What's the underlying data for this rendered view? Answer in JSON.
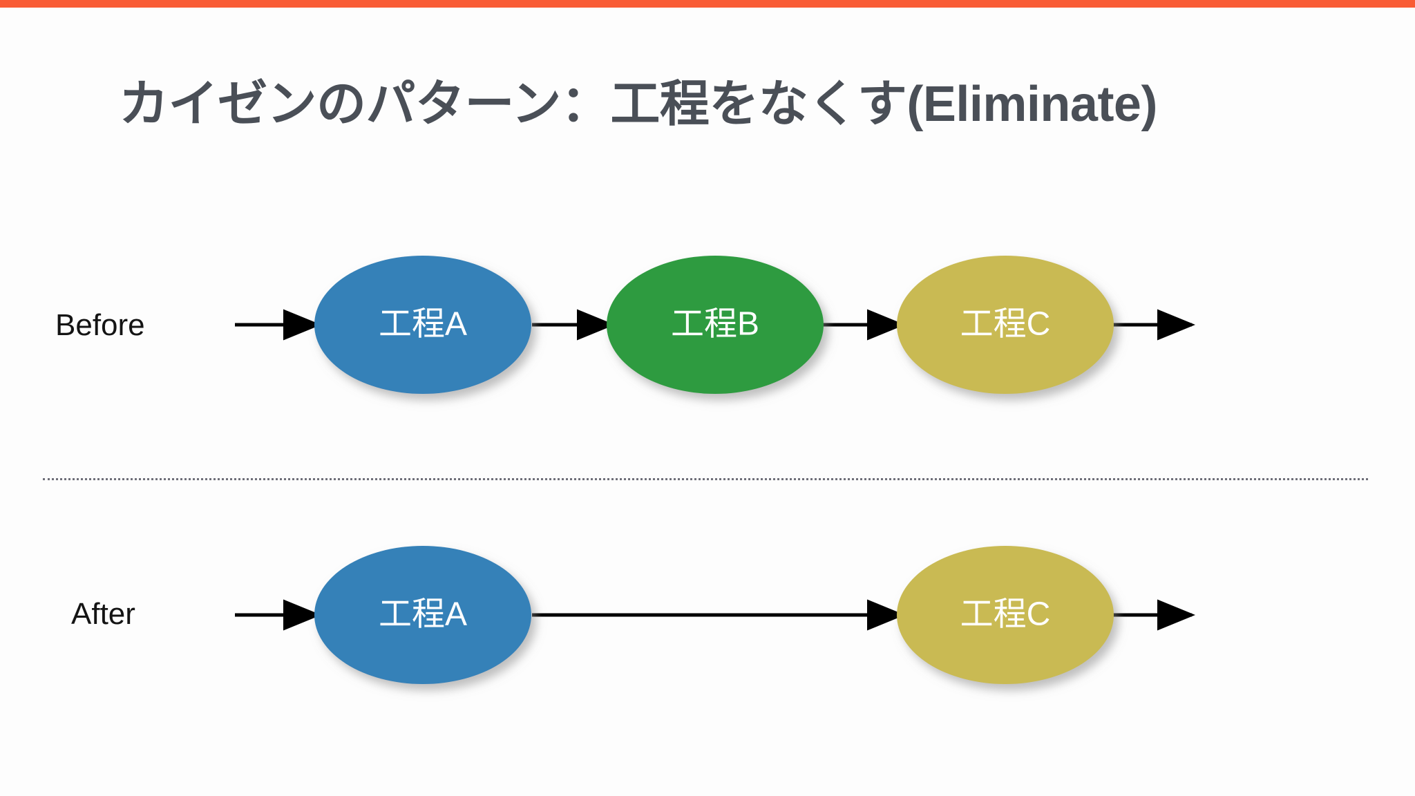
{
  "slide": {
    "title": "カイゼンのパターン：工程をなくす(Eliminate)",
    "accent_color": "#f95c35",
    "title_color": "#4a4f57",
    "background_color": "#fdfdfd"
  },
  "rows": {
    "before": {
      "label": "Before",
      "nodes": [
        {
          "label": "工程A",
          "color": "#3581b8"
        },
        {
          "label": "工程B",
          "color": "#2e9b41"
        },
        {
          "label": "工程C",
          "color": "#c9ba53"
        }
      ]
    },
    "after": {
      "label": "After",
      "nodes": [
        {
          "label": "工程A",
          "color": "#3581b8"
        },
        {
          "label": "工程C",
          "color": "#c9ba53"
        }
      ]
    }
  },
  "divider": {
    "style": "dotted",
    "color": "#6e6e78"
  },
  "arrows": {
    "color": "#000000",
    "head": "solid-triangle"
  }
}
